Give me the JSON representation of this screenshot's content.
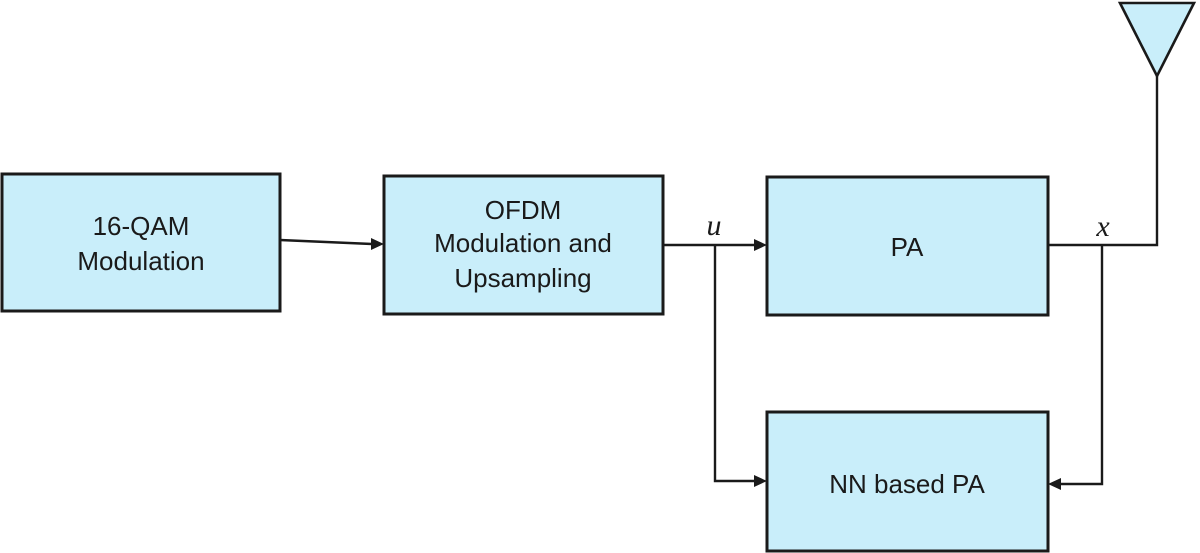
{
  "blocks": {
    "qam": {
      "line1": "16-QAM",
      "line2": "Modulation"
    },
    "ofdm": {
      "line1": "OFDM",
      "line2": "Modulation and",
      "line3": "Upsampling"
    },
    "pa": {
      "label": "PA"
    },
    "nn_pa": {
      "label": "NN based PA"
    }
  },
  "signals": {
    "u": "u",
    "x": "x"
  },
  "colors": {
    "block_fill": "#c9eefa",
    "stroke": "#1a1a1a"
  },
  "icons": {
    "antenna": "antenna-icon"
  }
}
